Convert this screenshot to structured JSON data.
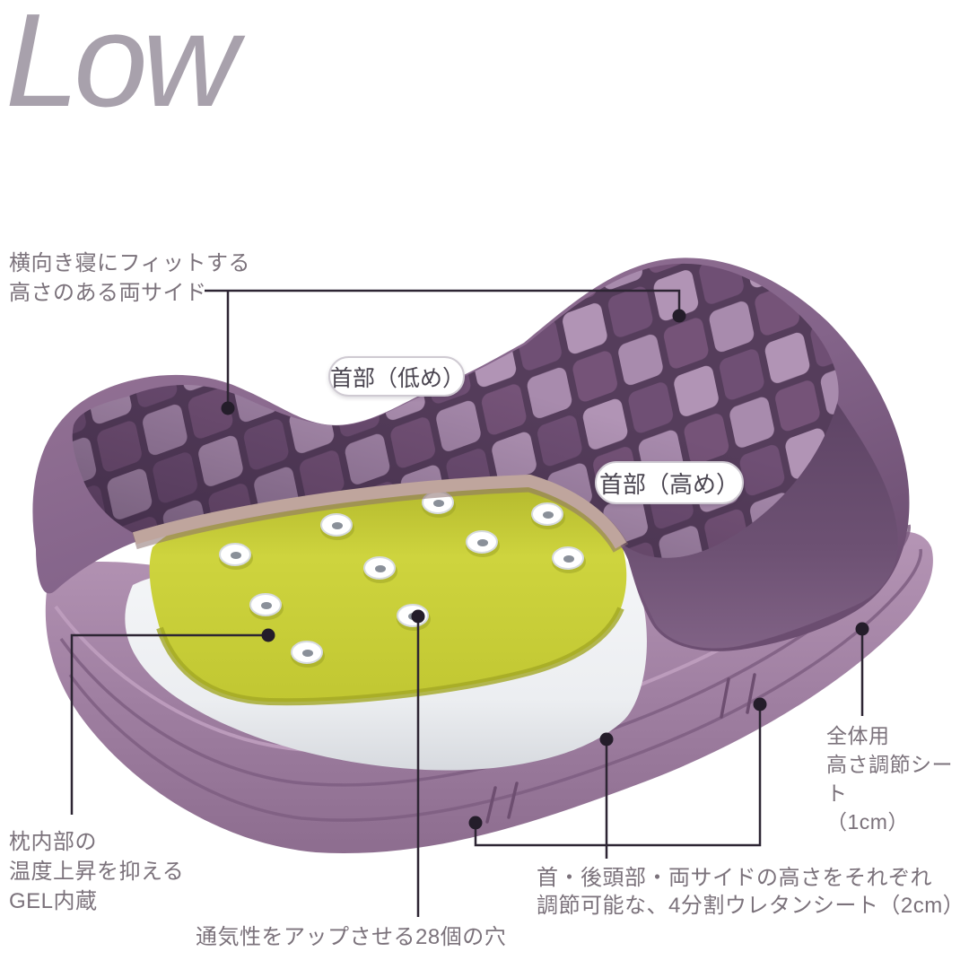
{
  "title": "Low",
  "annotations": {
    "sides": {
      "line1": "横向き寝にフィットする",
      "line2": "高さのある両サイド"
    },
    "neck_low": {
      "label": "首部（低め）"
    },
    "neck_high": {
      "label": "首部（高め）"
    },
    "gel": {
      "line1": "枕内部の",
      "line2": "温度上昇を抑える",
      "line3": "GEL内蔵"
    },
    "holes": {
      "label": "通気性をアップさせる28個の穴"
    },
    "urethane": {
      "line1": "首・後頭部・両サイドの高さをそれぞれ",
      "line2": "調節可能な、4分割ウレタンシート（2cm）"
    },
    "full_sheet": {
      "line1": "全体用",
      "line2": "高さ調節シート",
      "line3": "（1cm）"
    }
  },
  "colors": {
    "title_text": "#a8a1ac",
    "annotation_text": "#7b727b",
    "leader_line": "#2d2533",
    "pill_text": "#4a4550",
    "checker_light": "#b194b5",
    "checker_dark": "#6f4f74",
    "checker_gap": "#553d5b",
    "pillow_side": "#8a6a8f",
    "neck_wall": "#66496c",
    "cut_edge": "#bfa59d",
    "gel": "#ced43e",
    "foam": "#f1f2f5",
    "base_sheet": "#a687a8",
    "background": "#ffffff"
  }
}
